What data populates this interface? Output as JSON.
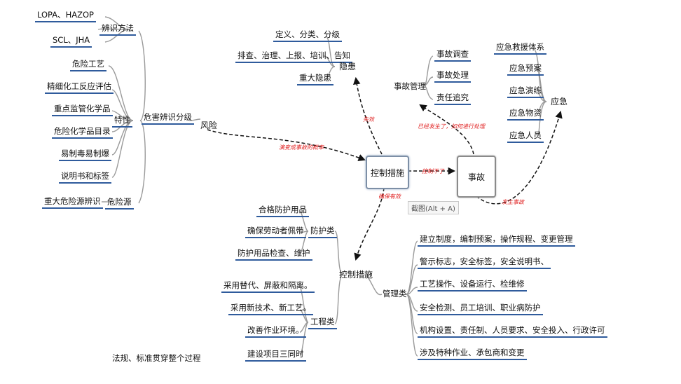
{
  "top_left": {
    "method": {
      "title": "辨识方法",
      "items": [
        "LOPA、HAZOP",
        "SCL、JHA"
      ]
    },
    "feature": {
      "title": "特性",
      "items": [
        "危险工艺",
        "精细化工反应评估",
        "重点监管化学品",
        "危险化学品目录",
        "易制毒易制爆",
        "说明书和标签"
      ]
    },
    "source": {
      "title": "危险源",
      "items": [
        "重大危险源辨识"
      ]
    },
    "grading": "危害辨识分级",
    "risk": "风险"
  },
  "hazard": {
    "title": "隐患",
    "items": [
      "定义、分类、分级",
      "排查、治理、上报、培训、告知",
      "重大隐患"
    ]
  },
  "accident_mgmt": {
    "title": "事故管理",
    "items": [
      "事故调查",
      "事故处理",
      "责任追究"
    ]
  },
  "emergency": {
    "title": "应急",
    "items": [
      "应急救援体系",
      "应急预案",
      "应急演练",
      "应急物资",
      "应急人员"
    ]
  },
  "center": {
    "control": "控制措施",
    "accident": "事故",
    "screenshot_hint": "截图(Alt + A)"
  },
  "arrows": {
    "risk_to_control": "演变成事故的概率",
    "control_to_hazard": "失效",
    "control_to_accident": "控制不了",
    "accident_to_mgmt": "已经发生了，如何进行处理",
    "accident_to_emergency": "发生事故",
    "control_to_bottom": "确保有效"
  },
  "bottom": {
    "control": "控制措施",
    "protect": {
      "title": "防护类",
      "items": [
        "合格防护用品",
        "确保劳动者佩带",
        "防护用品检查、维护"
      ]
    },
    "engineering": {
      "title": "工程类",
      "items": [
        "采用替代、屏蔽和隔离。",
        "采用新技术、新工艺。",
        "改善作业环境。",
        "建设项目三同时"
      ]
    },
    "management": {
      "title": "管理类",
      "items": [
        "建立制度，编制预案，操作规程、变更管理",
        "警示标志，安全标签，安全说明书、",
        "工艺操作、设备运行、检维修",
        "安全检测、员工培训、职业病防护",
        "机构设置、责任制、人员要求、安全投入、行政许可",
        "涉及特种作业、承包商和变更"
      ]
    },
    "footer": "法规、标准贯穿整个过程"
  },
  "colors": {
    "underline": "#2f5b9c",
    "branch": "#9a9a9a",
    "arrow": "#111111",
    "arrow_label": "#e02020"
  }
}
